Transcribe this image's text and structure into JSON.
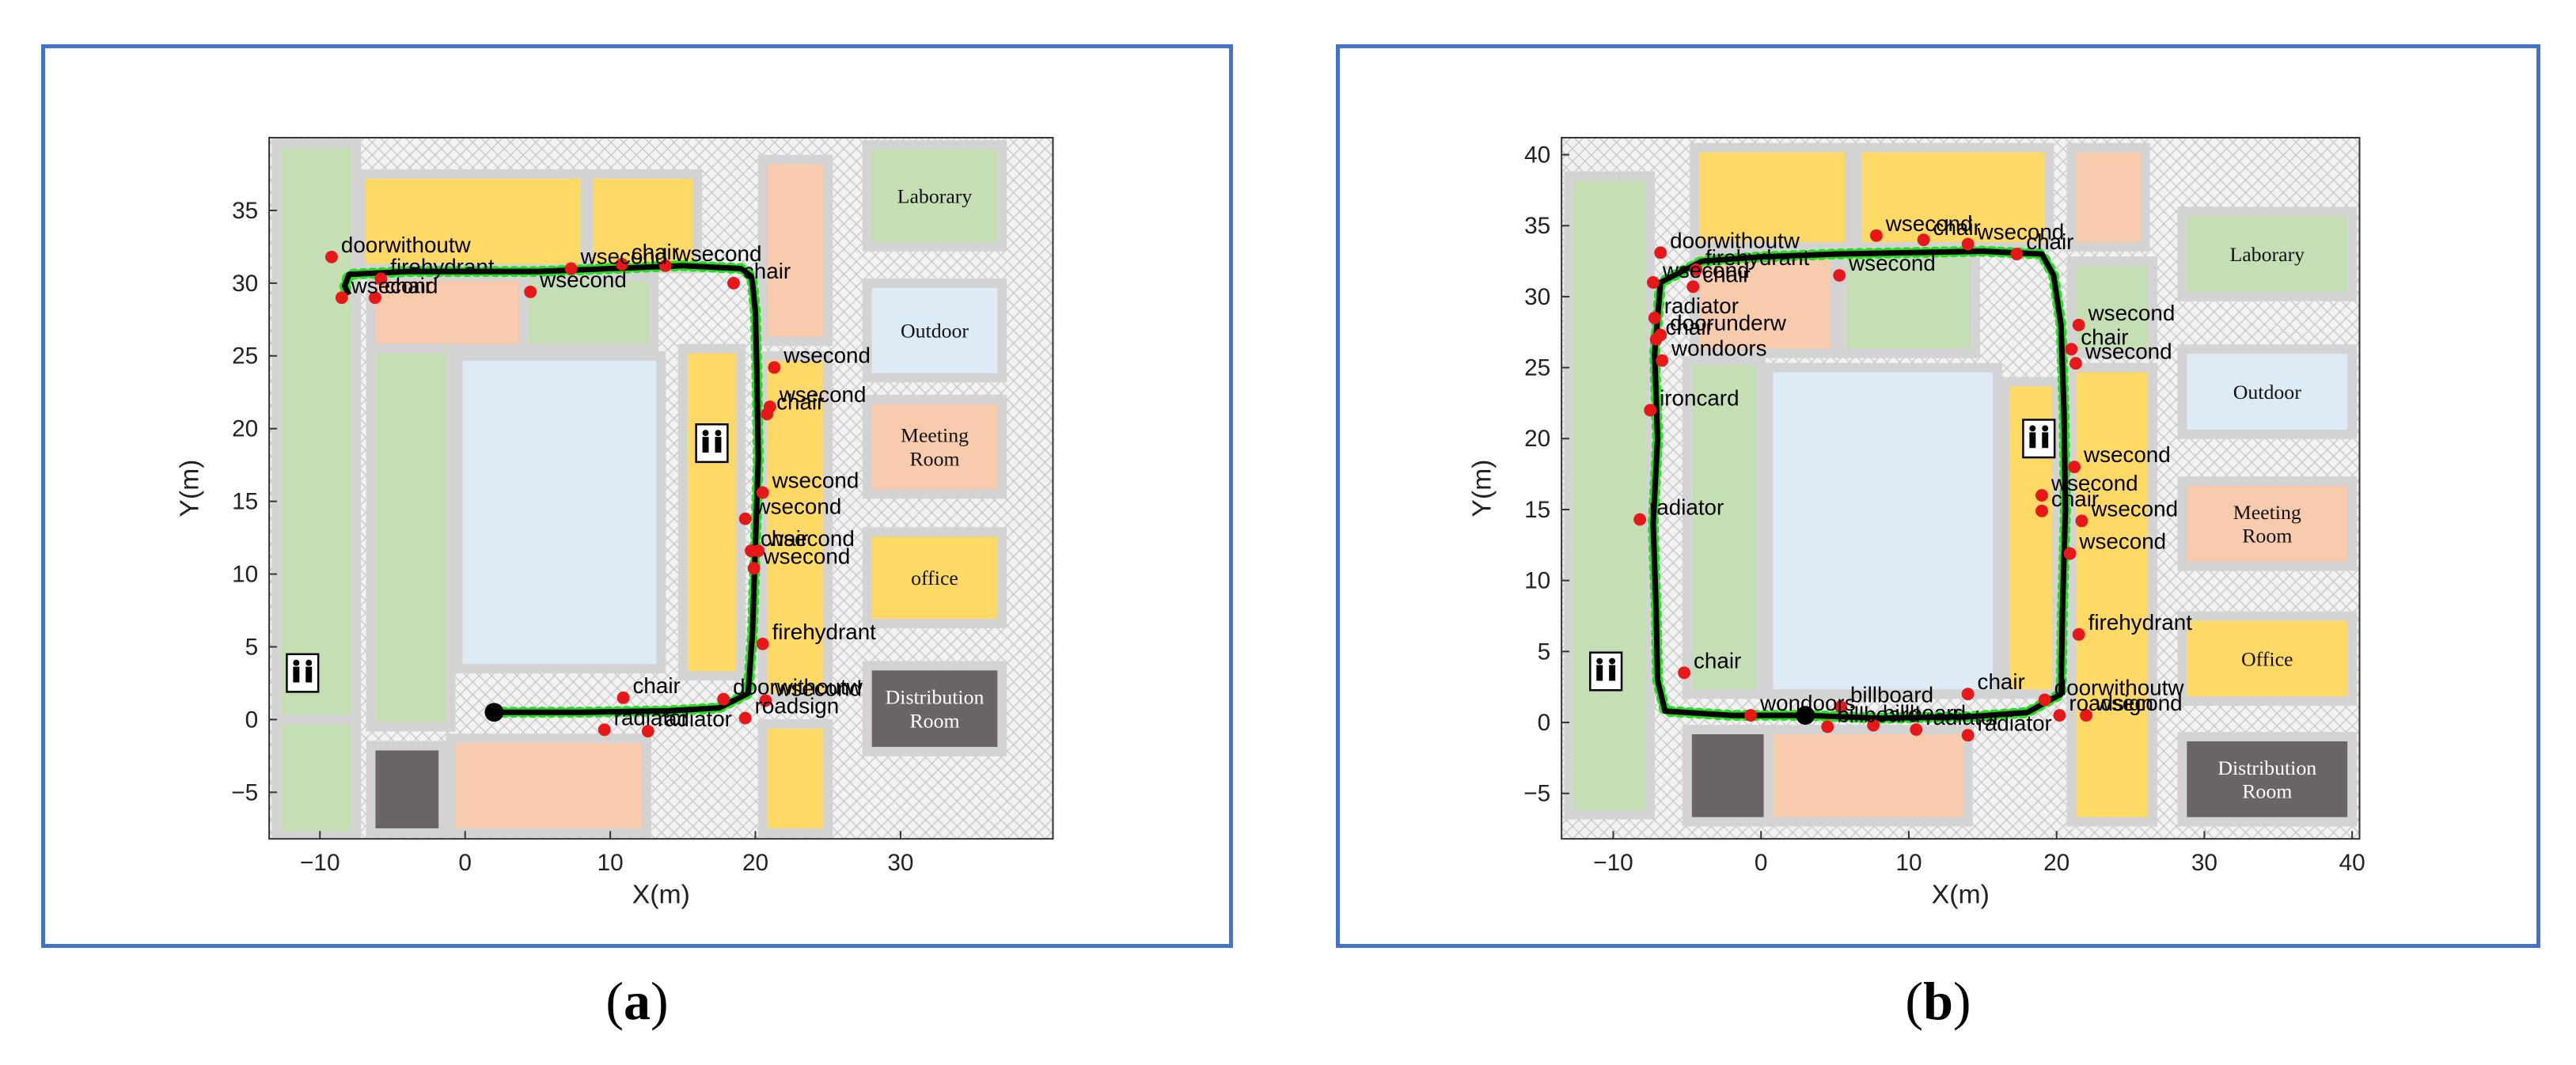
{
  "colors": {
    "frame": "#4472c4",
    "green": "#c5dfb4",
    "yellow": "#ffd966",
    "orange": "#f8cbad",
    "blue": "#ddebf7",
    "dark": "#6b6464",
    "corridor": "#d3d3d3",
    "hatch_bg": "#f2f2f2",
    "landmark": "#e8181a",
    "trajectory": "#000000",
    "estimate": "#22e01e"
  },
  "icons": {
    "restroom": "restroom-icon"
  },
  "captions": [
    "a",
    "b"
  ],
  "chart_data": [
    {
      "type": "scatter",
      "panel": "a",
      "xlabel": "X(m)",
      "ylabel": "Y(m)",
      "xlim": [
        -13.5,
        40.5
      ],
      "ylim": [
        -8.2,
        40
      ],
      "xticks": [
        -10,
        0,
        10,
        20,
        30
      ],
      "yticks": [
        -5,
        0,
        5,
        10,
        15,
        20,
        25,
        30,
        35
      ],
      "rooms": [
        {
          "label": "Laborary",
          "x": 27.7,
          "y": 32.5,
          "w": 9.3,
          "h": 7.0,
          "color": "green"
        },
        {
          "label": "Outdoor",
          "x": 27.7,
          "y": 23.5,
          "w": 9.3,
          "h": 6.5,
          "color": "blue"
        },
        {
          "label": "Meeting\nRoom",
          "x": 27.7,
          "y": 15.5,
          "w": 9.3,
          "h": 6.5,
          "color": "orange"
        },
        {
          "label": "office",
          "x": 27.7,
          "y": 6.6,
          "w": 9.3,
          "h": 6.3,
          "color": "yellow"
        },
        {
          "label": "Distribution\nRoom",
          "x": 27.7,
          "y": -2.2,
          "w": 9.3,
          "h": 5.9,
          "color": "dark"
        }
      ],
      "landmarks": [
        {
          "label": "doorwithoutw",
          "x": -9.2,
          "y": 31.8
        },
        {
          "label": "wsecond",
          "x": 7.3,
          "y": 31.0
        },
        {
          "label": "chair",
          "x": 10.8,
          "y": 31.3
        },
        {
          "label": "wsecond",
          "x": 13.8,
          "y": 31.2
        },
        {
          "label": "firehydrant",
          "x": -5.8,
          "y": 30.3
        },
        {
          "label": "wsecond",
          "x": 4.5,
          "y": 29.4
        },
        {
          "label": "chair",
          "x": 18.5,
          "y": 30.0
        },
        {
          "label": "wsecond",
          "x": -8.5,
          "y": 29.0
        },
        {
          "label": "chair",
          "x": -6.2,
          "y": 29.0
        },
        {
          "label": "wsecond",
          "x": 21.3,
          "y": 24.2
        },
        {
          "label": "wsecond",
          "x": 21.0,
          "y": 21.5
        },
        {
          "label": "chair",
          "x": 20.8,
          "y": 21.0
        },
        {
          "label": "wsecond",
          "x": 20.5,
          "y": 15.6
        },
        {
          "label": "wsecond",
          "x": 19.3,
          "y": 13.8
        },
        {
          "label": "chair",
          "x": 19.7,
          "y": 11.6
        },
        {
          "label": "wsecond",
          "x": 20.2,
          "y": 11.6
        },
        {
          "label": "wsecond",
          "x": 19.9,
          "y": 10.4
        },
        {
          "label": "firehydrant",
          "x": 20.5,
          "y": 5.2
        },
        {
          "label": "chair",
          "x": 10.9,
          "y": 1.5
        },
        {
          "label": "doorwithoutw",
          "x": 17.8,
          "y": 1.4
        },
        {
          "label": "wsecond",
          "x": 20.7,
          "y": 1.3
        },
        {
          "label": "radiator",
          "x": 9.6,
          "y": -0.7
        },
        {
          "label": "radiator",
          "x": 12.6,
          "y": -0.8
        },
        {
          "label": "roadsign",
          "x": 19.3,
          "y": 0.1
        }
      ],
      "trajectory": {
        "x": [
          2.0,
          8.0,
          14.0,
          17.5,
          19.5,
          19.8,
          20.0,
          20.2,
          20.1,
          20.0,
          19.8,
          19.7,
          19.0,
          15.0,
          10.0,
          5.0,
          0.0,
          -4.0,
          -8.0,
          -8.3,
          -8.0
        ],
        "y": [
          0.5,
          0.5,
          0.6,
          0.8,
          1.8,
          6.0,
          12.0,
          18.0,
          24.0,
          28.0,
          30.0,
          30.5,
          31.0,
          31.2,
          31.0,
          30.8,
          30.8,
          30.8,
          30.6,
          29.8,
          29.2
        ]
      }
    },
    {
      "type": "scatter",
      "panel": "b",
      "xlabel": "X(m)",
      "ylabel": "Y(m)",
      "xlim": [
        -13.5,
        40.5
      ],
      "ylim": [
        -8.2,
        41.2
      ],
      "xticks": [
        -10,
        0,
        10,
        20,
        30,
        40
      ],
      "yticks": [
        -5,
        0,
        5,
        10,
        15,
        20,
        25,
        30,
        35,
        40
      ],
      "rooms": [
        {
          "label": "Laborary",
          "x": 28.5,
          "y": 30.0,
          "w": 11.5,
          "h": 6.0,
          "color": "green"
        },
        {
          "label": "Outdoor",
          "x": 28.5,
          "y": 20.3,
          "w": 11.5,
          "h": 6.0,
          "color": "blue"
        },
        {
          "label": "Meeting\nRoom",
          "x": 28.5,
          "y": 11.0,
          "w": 11.5,
          "h": 6.0,
          "color": "orange"
        },
        {
          "label": "Office",
          "x": 28.5,
          "y": 1.5,
          "w": 11.5,
          "h": 6.0,
          "color": "yellow"
        },
        {
          "label": "Distribution\nRoom",
          "x": 28.5,
          "y": -7.0,
          "w": 11.5,
          "h": 6.0,
          "color": "dark"
        }
      ],
      "landmarks": [
        {
          "label": "wsecond",
          "x": 7.8,
          "y": 34.3
        },
        {
          "label": "chair",
          "x": 11.0,
          "y": 34.0
        },
        {
          "label": "wsecond",
          "x": 14.0,
          "y": 33.7
        },
        {
          "label": "doorwithoutw",
          "x": -6.8,
          "y": 33.1
        },
        {
          "label": "wsecond",
          "x": -7.3,
          "y": 31.0
        },
        {
          "label": "firehydrant",
          "x": -4.4,
          "y": 31.9
        },
        {
          "label": "chair",
          "x": -4.6,
          "y": 30.7
        },
        {
          "label": "wsecond",
          "x": 5.3,
          "y": 31.5
        },
        {
          "label": "chair",
          "x": 17.3,
          "y": 33.0
        },
        {
          "label": "radiator",
          "x": -7.2,
          "y": 28.5
        },
        {
          "label": "doorunderw",
          "x": -6.8,
          "y": 27.3
        },
        {
          "label": "chair",
          "x": -7.1,
          "y": 27.0
        },
        {
          "label": "wondoors",
          "x": -6.7,
          "y": 25.5
        },
        {
          "label": "ironcard",
          "x": -7.5,
          "y": 22.0
        },
        {
          "label": "wsecond",
          "x": 21.5,
          "y": 28.0
        },
        {
          "label": "chair",
          "x": 21.0,
          "y": 26.3
        },
        {
          "label": "wsecond",
          "x": 21.3,
          "y": 25.3
        },
        {
          "label": "wsecond",
          "x": 21.2,
          "y": 18.0
        },
        {
          "label": "radiator",
          "x": -8.2,
          "y": 14.3
        },
        {
          "label": "wsecond",
          "x": 19.0,
          "y": 16.0
        },
        {
          "label": "wsecond",
          "x": 21.7,
          "y": 14.2
        },
        {
          "label": "chair",
          "x": 19.0,
          "y": 14.9
        },
        {
          "label": "wsecond",
          "x": 20.9,
          "y": 11.9
        },
        {
          "label": "firehydrant",
          "x": 21.5,
          "y": 6.2
        },
        {
          "label": "chair",
          "x": -5.2,
          "y": 3.5
        },
        {
          "label": "chair",
          "x": 14.0,
          "y": 2.0
        },
        {
          "label": "wondoors",
          "x": -0.7,
          "y": 0.5
        },
        {
          "label": "billboard",
          "x": 5.4,
          "y": 1.1
        },
        {
          "label": "doorwithoutw",
          "x": 19.2,
          "y": 1.6
        },
        {
          "label": "wsecond",
          "x": 22.0,
          "y": 0.5
        },
        {
          "label": "billboard",
          "x": 4.5,
          "y": -0.3
        },
        {
          "label": "billboard",
          "x": 7.6,
          "y": -0.2
        },
        {
          "label": "radiator",
          "x": 10.5,
          "y": -0.5
        },
        {
          "label": "radiator",
          "x": 14.0,
          "y": -0.9
        },
        {
          "label": "roadsign",
          "x": 20.2,
          "y": 0.5
        }
      ],
      "trajectory": {
        "x": [
          3.0,
          8.0,
          14.0,
          18.0,
          20.3,
          20.4,
          20.6,
          20.5,
          20.3,
          19.8,
          19.0,
          15.0,
          10.0,
          5.0,
          0.0,
          -4.0,
          -6.8,
          -7.2,
          -7.0,
          -7.3,
          -7.1,
          -7.0,
          -6.5,
          -2.0,
          3.0
        ],
        "y": [
          0.5,
          0.3,
          0.4,
          0.7,
          2.0,
          8.0,
          15.0,
          22.0,
          28.0,
          31.5,
          33.0,
          33.2,
          33.1,
          33.0,
          32.8,
          32.5,
          31.0,
          26.0,
          20.0,
          14.0,
          8.0,
          3.0,
          0.8,
          0.5,
          0.5
        ]
      }
    }
  ]
}
